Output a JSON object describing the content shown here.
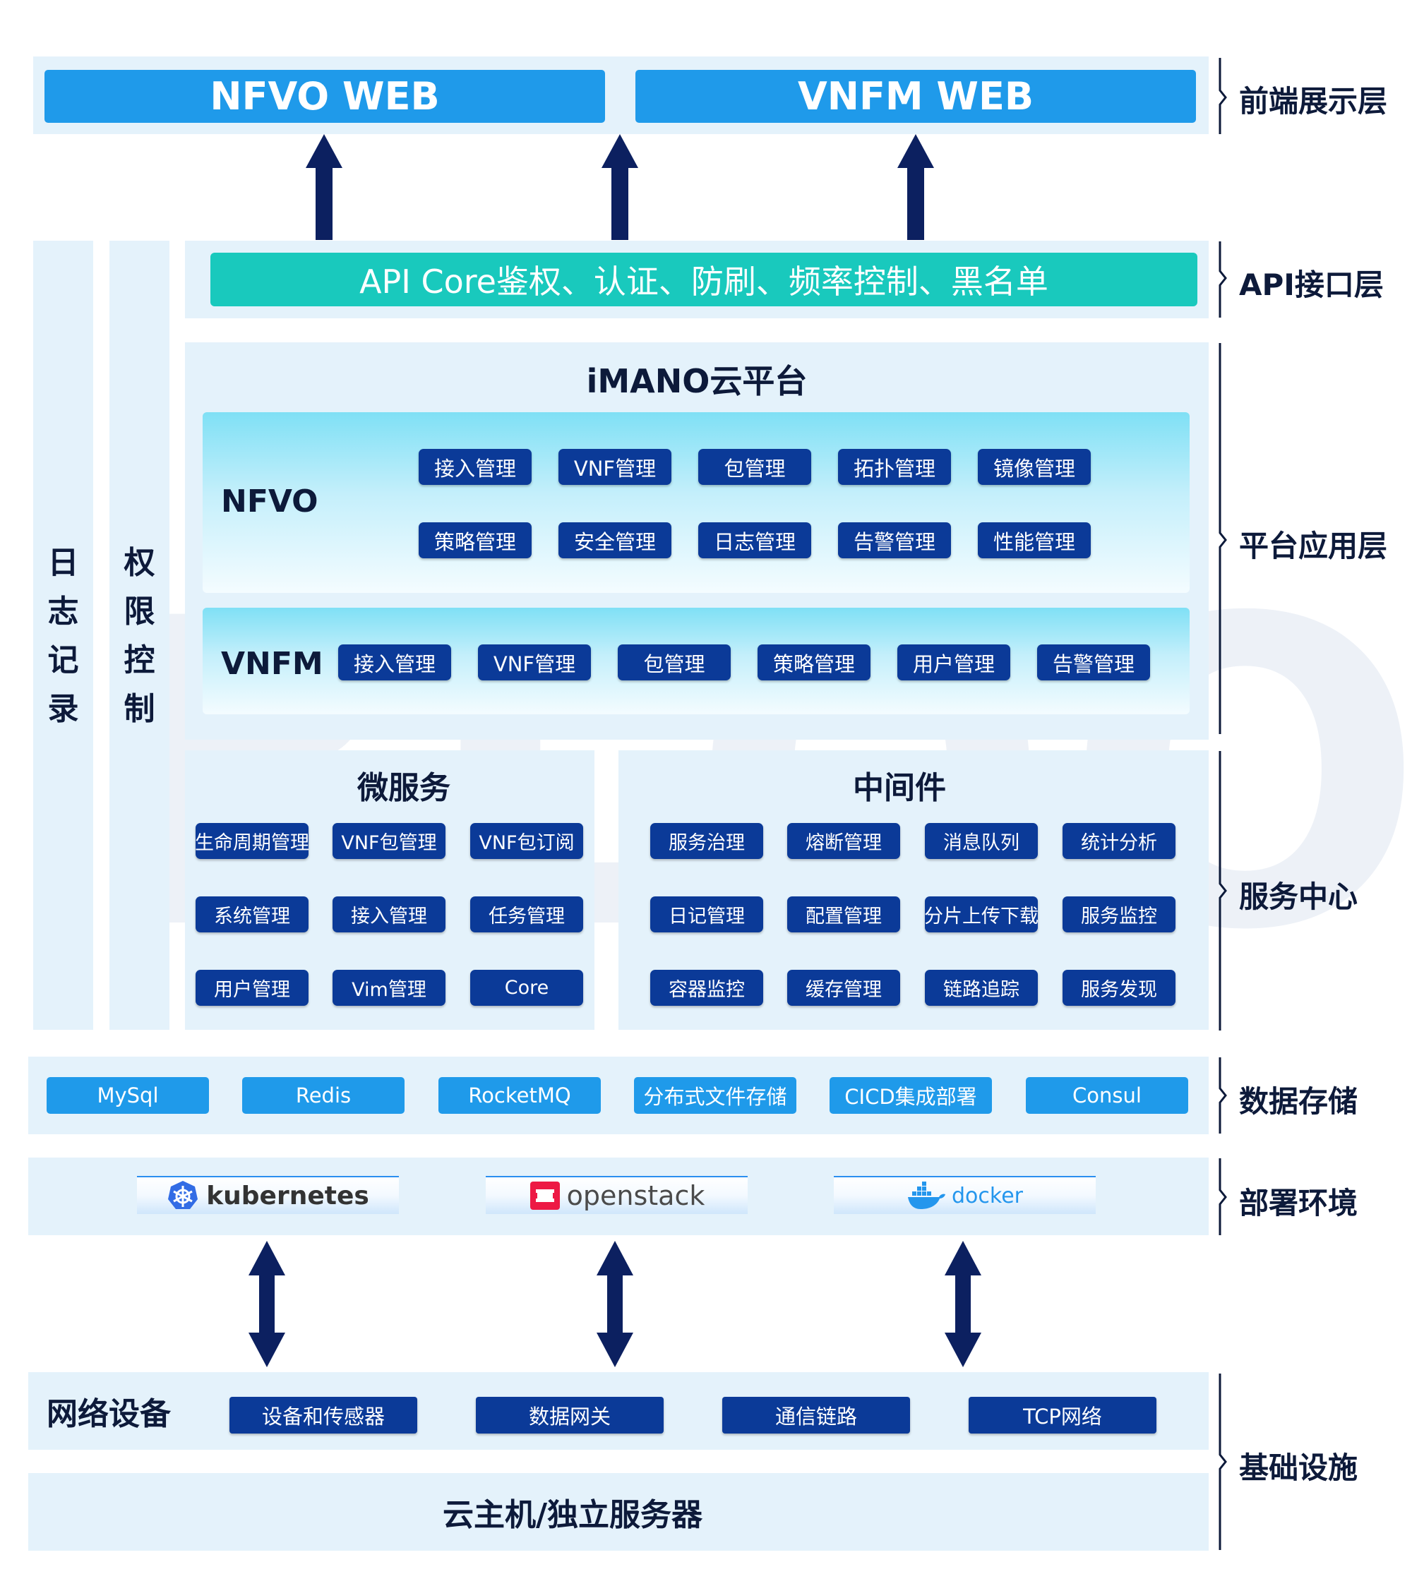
{
  "frontend": {
    "nfvo_web": "NFVO WEB",
    "vnfm_web": "VNFM WEB"
  },
  "api": {
    "label": "API Core鉴权、认证、防刷、频率控制、黑名单"
  },
  "side": {
    "log": [
      "日",
      "志",
      "记",
      "录"
    ],
    "auth": [
      "权",
      "限",
      "控",
      "制"
    ]
  },
  "platform": {
    "title": "iMANO云平台",
    "nfvo": {
      "label": "NFVO",
      "row1": [
        "接入管理",
        "VNF管理",
        "包管理",
        "拓扑管理",
        "镜像管理"
      ],
      "row2": [
        "策略管理",
        "安全管理",
        "日志管理",
        "告警管理",
        "性能管理"
      ]
    },
    "vnfm": {
      "label": "VNFM",
      "items": [
        "接入管理",
        "VNF管理",
        "包管理",
        "策略管理",
        "用户管理",
        "告警管理"
      ]
    }
  },
  "micro": {
    "title": "微服务",
    "items": [
      "生命周期管理",
      "VNF包管理",
      "VNF包订阅",
      "系统管理",
      "接入管理",
      "任务管理",
      "用户管理",
      "Vim管理",
      "Core"
    ]
  },
  "middleware": {
    "title": "中间件",
    "items": [
      "服务治理",
      "熔断管理",
      "消息队列",
      "统计分析",
      "日记管理",
      "配置管理",
      "分片上传下载",
      "服务监控",
      "容器监控",
      "缓存管理",
      "链路追踪",
      "服务发现"
    ]
  },
  "storage": {
    "items": [
      "MySql",
      "Redis",
      "RocketMQ",
      "分布式文件存储",
      "CICD集成部署",
      "Consul"
    ]
  },
  "deploy": {
    "kubernetes": "kubernetes",
    "openstack": "openstack",
    "docker": "docker"
  },
  "infra": {
    "network_label": "网络设备",
    "items": [
      "设备和传感器",
      "数据网关",
      "通信链路",
      "TCP网络"
    ],
    "server": "云主机/独立服务器"
  },
  "layers": {
    "frontend": "前端展示层",
    "api": "API接口层",
    "platform": "平台应用层",
    "service": "服务中心",
    "storage": "数据存储",
    "deploy": "部署环境",
    "infra": "基础设施"
  },
  "watermark": "BLOOK",
  "colors": {
    "navy": "#0b3a98",
    "blue": "#1f9aea",
    "teal": "#19c9bd",
    "panel": "#e4f2fb",
    "arrow": "#0c2060"
  }
}
